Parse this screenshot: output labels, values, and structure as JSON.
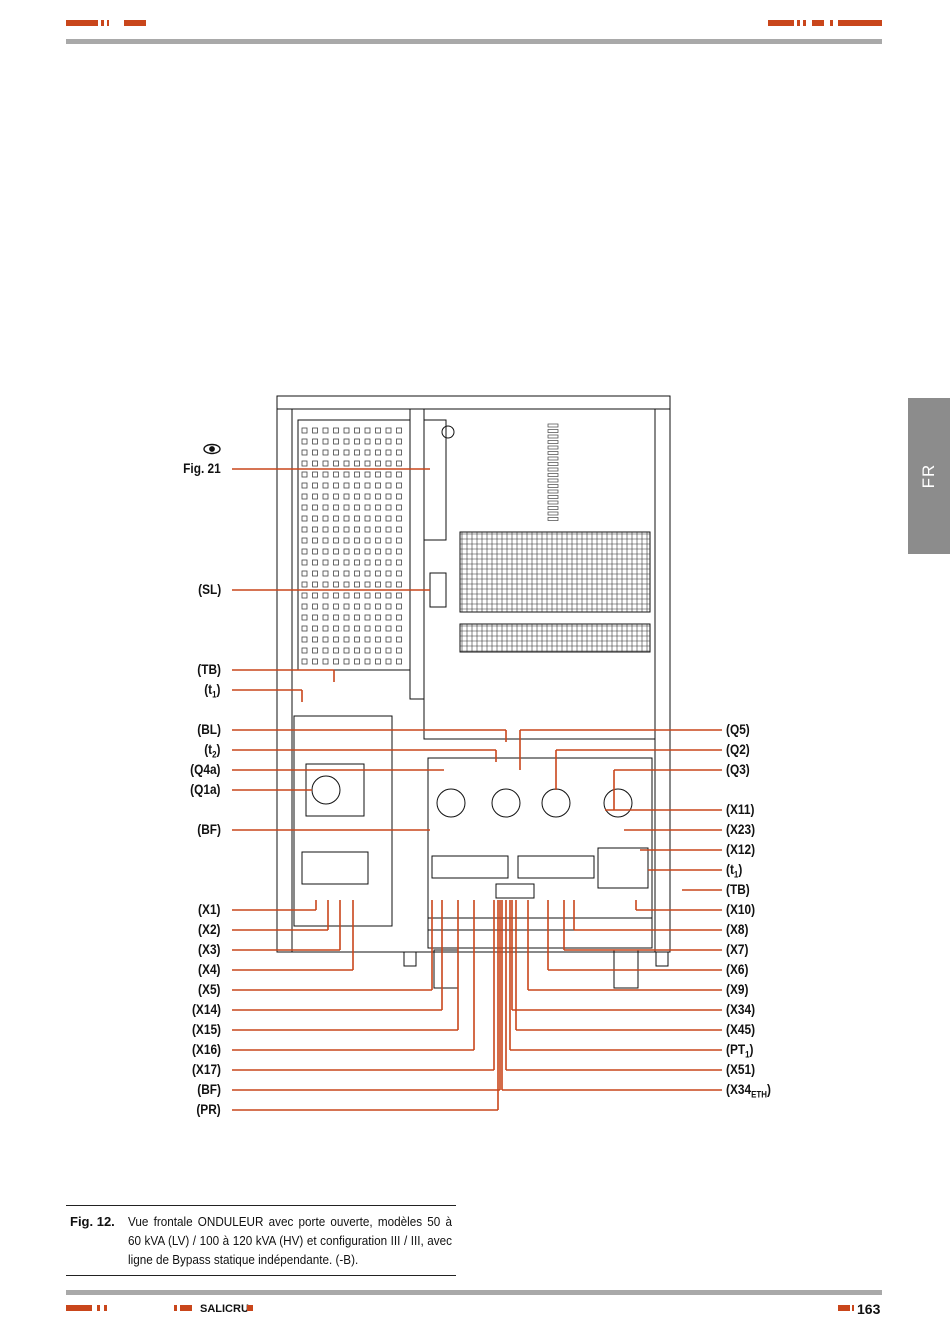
{
  "side_tab": {
    "label": "FR"
  },
  "figure": {
    "eye_ref": "Fig. 21",
    "left_labels": [
      "(SL)",
      "(TB)",
      "(t1)",
      "(BL)",
      "(t2)",
      "(Q4a)",
      "(Q1a)",
      "(BF)",
      "(X1)",
      "(X2)",
      "(X3)",
      "(X4)",
      "(X5)",
      "(X14)",
      "(X15)",
      "(X16)",
      "(X17)",
      "(BF)",
      "(PR)"
    ],
    "right_labels": [
      "(Q5)",
      "(Q2)",
      "(Q3)",
      "(X11)",
      "(X23)",
      "(X12)",
      "(t1)",
      "(TB)",
      "(X10)",
      "(X8)",
      "(X7)",
      "(X6)",
      "(X9)",
      "(X34)",
      "(X45)",
      "(PT1)",
      "(X51)",
      "(X34ETH)"
    ]
  },
  "caption": {
    "number": "Fig. 12.",
    "text": "Vue frontale ONDULEUR avec porte ouverte, modèles 50 à 60 kVA (LV) / 100 à 120 kVA (HV) et configuration III / III, avec ligne de Bypass statique indépendante. (-B)."
  },
  "footer": {
    "brand": "SALICRU",
    "page_number": "163"
  },
  "colors": {
    "accent": "#c9461b",
    "rule": "#a9a9a9",
    "tab": "#8c8c8c"
  }
}
